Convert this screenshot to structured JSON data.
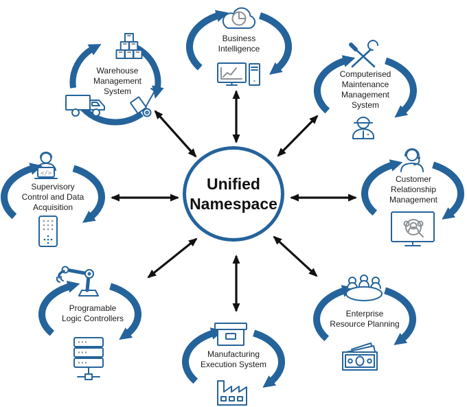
{
  "title": "Unified Namespace",
  "center": {
    "lines": [
      "Unified",
      "Namespace"
    ]
  },
  "nodes": [
    {
      "id": "business-intelligence",
      "lines": [
        "Business",
        "Intelligence"
      ],
      "top_icon": "cloud-analytics-icon",
      "bottom_icon": "monitor-chart-icon"
    },
    {
      "id": "computerised-maintenance-management-system",
      "lines": [
        "Computerised",
        "Maintenance",
        "Management",
        "System"
      ],
      "top_icon": "tools-icon",
      "bottom_icon": "maintenance-worker-icon"
    },
    {
      "id": "customer-relationship-management",
      "lines": [
        "Customer",
        "Relationship",
        "Management"
      ],
      "top_icon": "support-agent-icon",
      "bottom_icon": "customer-screen-icon"
    },
    {
      "id": "enterprise-resource-planning",
      "lines": [
        "Enterprise",
        "Resource Planning"
      ],
      "top_icon": "meeting-table-icon",
      "bottom_icon": "money-icon"
    },
    {
      "id": "manufacturing-execution-system",
      "lines": [
        "Manufacturing",
        "Execution System"
      ],
      "top_icon": "storage-box-icon",
      "bottom_icon": "factory-icon"
    },
    {
      "id": "programable-logic-controllers",
      "lines": [
        "Programable",
        "Logic Controllers"
      ],
      "top_icon": "robot-arm-icon",
      "bottom_icon": "server-rack-icon"
    },
    {
      "id": "supervisory-control-and-data-acquisition",
      "lines": [
        "Supervisory",
        "Control and Data",
        "Acquisition"
      ],
      "top_icon": "operator-laptop-icon",
      "bottom_icon": "control-panel-icon"
    },
    {
      "id": "warehouse-management-system",
      "lines": [
        "Warehouse",
        "Management",
        "System"
      ],
      "icons": [
        "boxes-stack-icon",
        "truck-icon",
        "hand-truck-icon"
      ]
    }
  ],
  "glyphs": {
    "code": "</>"
  },
  "colors": {
    "accent_blue": "#25639B",
    "arrow_black": "#111111",
    "icon_gray": "#8A9096",
    "text": "#1B1B1B"
  }
}
